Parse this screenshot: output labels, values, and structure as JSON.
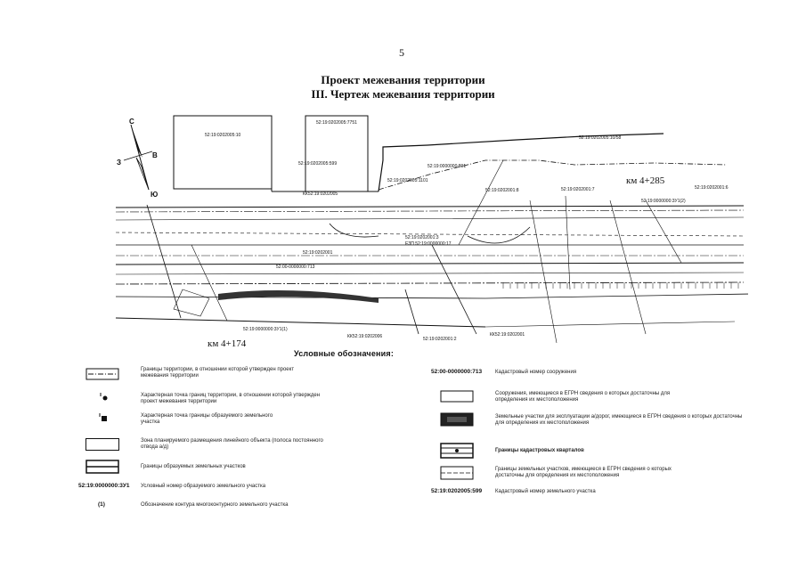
{
  "page": {
    "number": "5",
    "title_line1": "Проект межевания территории",
    "title_line2": "III. Чертеж межевания территории"
  },
  "compass": {
    "north": "С",
    "south": "Ю",
    "west": "З",
    "east": "В"
  },
  "map_labels": {
    "parcel_a": "52:19:0202005:10",
    "parcel_b": "52:19:0202005:7751",
    "parcel_c": "52:19:0202005:599",
    "parcel_d": "52:19:0202005:1101",
    "parcel_e": "52:19:0202005:10/58",
    "parcel_f": "52:19:0000000:891",
    "parcel_g": "52:19:0202001:8",
    "parcel_h": "52:19:0202001:7",
    "parcel_i": "52:19:0202001:6",
    "parcel_j": "52:19:0000000:3У1(2)",
    "parcel_k": "52:19:0202001:3",
    "parcel_l": "52:19:0202001",
    "parcel_m": "52:19:0000000:3У1(1)",
    "parcel_n": "52:19:0202001:2",
    "quarter_a": "КК52:19:0202005",
    "quarter_b": "КК52:19:0202006",
    "quarter_c": "КК52:19:0202001",
    "zone_label": "52:00-0000000:713",
    "ezp_label": "ЕЗП 52:19:0000000:17",
    "km_right": "км 4+285",
    "km_left": "км 4+174"
  },
  "legend": {
    "title": "Условные обозначения:",
    "items": {
      "territory_boundary": "Границы территории, в отношении которой утвержден проект межевания территории",
      "char_point_territory": "Характерная точка границ территории, в отношении которой утвержден проект межевания территории",
      "char_point_parcel": "Характерная точка границы образуемого земельного участка",
      "placement_zone": "Зона планируемого размещения линейного объекта (полоса постоянного отвода а/д)",
      "formed_parcels": "Границы образуемых земельных участков",
      "formed_parcel_code": "Условный номер образуемого земельного участка",
      "contour_designation": "Обозначение контура многоконтурного земельного участка",
      "structure_code": "Кадастровый номер сооружения",
      "structures_egrn": "Сооружения, имеющиеся в ЕГРН сведения о которых достаточны для определения их местоположения",
      "road_parcels": "Земельные участки для эксплуатации а/дорог, имеющиеся в ЕГРН сведения о которых достаточны для определения их местоположения",
      "cadastral_quarters": "Границы кадастровых кварталов",
      "parcels_egrn": "Границы земельных участков, имеющиеся в ЕГРН сведения о которых достаточны для определения их местоположения",
      "parcel_code": "Кадастровый номер земельного участка"
    },
    "codes": {
      "formed_code": "52:19:0000000:3У1",
      "contour_code": "(1)",
      "structure_code": "52:00-0000000:713",
      "parcel_code": "52:19:0202005:599"
    }
  }
}
